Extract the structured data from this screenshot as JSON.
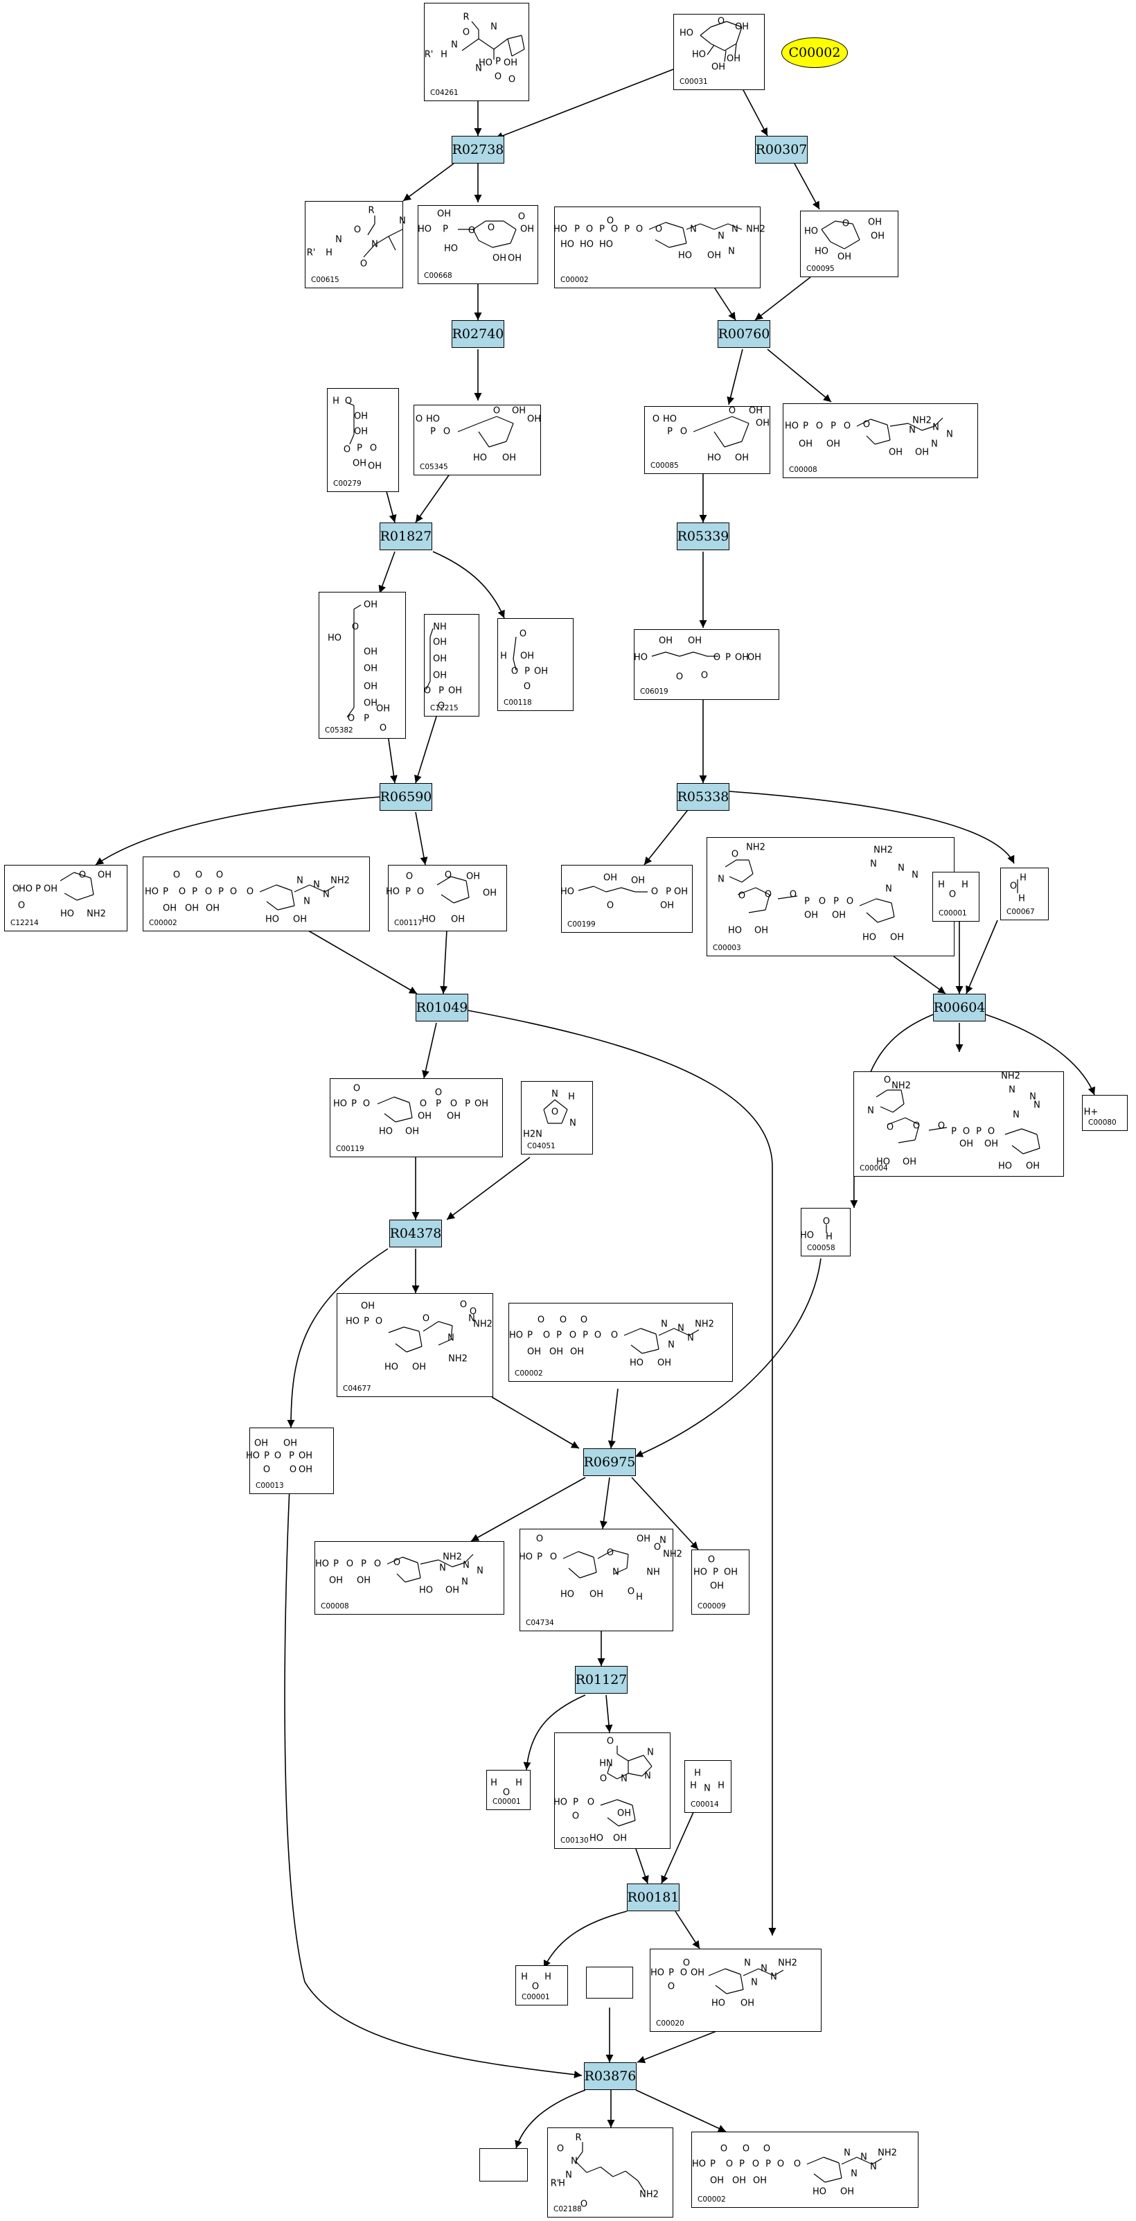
{
  "selected_compound": "C00002",
  "reactions": [
    "R02738",
    "R00307",
    "R02740",
    "R00760",
    "R01827",
    "R05339",
    "R06590",
    "R05338",
    "R01049",
    "R00604",
    "R04378",
    "R06975",
    "R01127",
    "R00181",
    "R03876"
  ],
  "compounds": {
    "c04261": {
      "id": "C04261",
      "atoms": [
        "R",
        "O",
        "R'",
        "H",
        "N",
        "N",
        "N",
        "HO",
        "P",
        "OH",
        "O",
        "O"
      ]
    },
    "c00031": {
      "id": "C00031",
      "atoms": [
        "HO",
        "O",
        "OH",
        "HO",
        "OH",
        "OH"
      ]
    },
    "c00615": {
      "id": "C00615",
      "atoms": [
        "R",
        "O",
        "N",
        "R'",
        "H",
        "N",
        "O",
        "N"
      ]
    },
    "c00668": {
      "id": "C00668",
      "atoms": [
        "OH",
        "HO",
        "P",
        "O",
        "O",
        "O",
        "OH",
        "HO",
        "OH",
        "OH"
      ]
    },
    "c00002a": {
      "id": "C00002",
      "atoms": [
        "O",
        "HO",
        "P",
        "O",
        "P",
        "O",
        "P",
        "O",
        "HO",
        "HO",
        "HO",
        "O",
        "N",
        "N",
        "N",
        "N",
        "NH2",
        "HO",
        "OH"
      ]
    },
    "c00095": {
      "id": "C00095",
      "atoms": [
        "HO",
        "O",
        "OH",
        "HO",
        "OH",
        "OH"
      ]
    },
    "c00279": {
      "id": "C00279",
      "atoms": [
        "H",
        "O",
        "OH",
        "OH",
        "O",
        "P",
        "O",
        "OH",
        "OH"
      ]
    },
    "c05345": {
      "id": "C05345",
      "atoms": [
        "O",
        "HO",
        "P",
        "O",
        "O",
        "OH",
        "OH",
        "HO",
        "OH"
      ]
    },
    "c00085": {
      "id": "C00085",
      "atoms": [
        "O",
        "HO",
        "P",
        "O",
        "O",
        "OH",
        "OH",
        "HO",
        "OH"
      ]
    },
    "c00008": {
      "id": "C00008",
      "atoms": [
        "HO",
        "P",
        "O",
        "P",
        "O",
        "O",
        "OH",
        "OH",
        "NH2",
        "N",
        "N",
        "N",
        "N",
        "OH",
        "OH"
      ]
    },
    "c05382": {
      "id": "C05382",
      "atoms": [
        "OH",
        "O",
        "HO",
        "OH",
        "OH",
        "OH",
        "OH",
        "O",
        "P",
        "OH",
        "O"
      ]
    },
    "c12215": {
      "id": "C12215",
      "atoms": [
        "NH",
        "OH",
        "OH",
        "OH",
        "O",
        "P",
        "OH",
        "O"
      ]
    },
    "c00118": {
      "id": "C00118",
      "atoms": [
        "O",
        "H",
        "OH",
        "O",
        "P",
        "OH",
        "O"
      ]
    },
    "c06019": {
      "id": "C06019",
      "atoms": [
        "HO",
        "OH",
        "O",
        "OH",
        "O",
        "O",
        "P",
        "OH",
        "OH"
      ]
    },
    "c12214": {
      "id": "C12214",
      "atoms": [
        "O",
        "HO",
        "P",
        "O",
        "OH",
        "O",
        "OH",
        "HO",
        "NH2"
      ]
    },
    "c00002b": {
      "id": "C00002",
      "atoms": [
        "O",
        "O",
        "O",
        "HO",
        "P",
        "O",
        "P",
        "O",
        "P",
        "O",
        "OH",
        "OH",
        "OH",
        "O",
        "N",
        "N",
        "N",
        "N",
        "NH2",
        "HO",
        "OH"
      ]
    },
    "c00117": {
      "id": "C00117",
      "atoms": [
        "O",
        "HO",
        "P",
        "O",
        "O",
        "OH",
        "OH",
        "HO",
        "OH"
      ]
    },
    "c00199": {
      "id": "C00199",
      "atoms": [
        "HO",
        "OH",
        "O",
        "OH",
        "O",
        "P",
        "OH",
        "OH"
      ]
    },
    "c00003": {
      "id": "C00003",
      "atoms": [
        "O",
        "NH2",
        "N",
        "O",
        "O",
        "O",
        "P",
        "O",
        "P",
        "O",
        "OH",
        "OH",
        "HO",
        "OH",
        "NH2",
        "N",
        "N",
        "N",
        "N",
        "HO",
        "OH"
      ]
    },
    "c00001a": {
      "id": "C00001",
      "atoms": [
        "H",
        "O",
        "H"
      ]
    },
    "c00067": {
      "id": "C00067",
      "atoms": [
        "O",
        "H",
        "H"
      ]
    },
    "c00119": {
      "id": "C00119",
      "atoms": [
        "O",
        "HO",
        "P",
        "O",
        "O",
        "O",
        "P",
        "O",
        "P",
        "OH",
        "OH",
        "OH",
        "HO",
        "OH"
      ]
    },
    "c04051": {
      "id": "C04051",
      "atoms": [
        "N",
        "H2N",
        "O",
        "N",
        "H"
      ]
    },
    "c00004": {
      "id": "C00004",
      "atoms": [
        "O",
        "NH2",
        "N",
        "O",
        "O",
        "O",
        "P",
        "O",
        "P",
        "O",
        "OH",
        "OH",
        "HO",
        "OH",
        "NH2",
        "N",
        "N",
        "N",
        "N",
        "HO",
        "OH"
      ]
    },
    "c00080": {
      "id": "C00080",
      "atoms": [
        "H+"
      ]
    },
    "c00058": {
      "id": "C00058",
      "atoms": [
        "O",
        "HO",
        "H"
      ]
    },
    "c04677": {
      "id": "C04677",
      "atoms": [
        "OH",
        "HO",
        "P",
        "O",
        "O",
        "O",
        "N",
        "N",
        "O",
        "NH2",
        "NH2",
        "HO",
        "OH"
      ]
    },
    "c00002c": {
      "id": "C00002",
      "atoms": [
        "O",
        "O",
        "O",
        "HO",
        "P",
        "O",
        "P",
        "O",
        "P",
        "O",
        "OH",
        "OH",
        "OH",
        "O",
        "N",
        "N",
        "N",
        "N",
        "NH2",
        "HO",
        "OH"
      ]
    },
    "c00013": {
      "id": "C00013",
      "atoms": [
        "OH",
        "OH",
        "HO",
        "P",
        "O",
        "P",
        "OH",
        "O",
        "O",
        "OH"
      ]
    },
    "c00008b": {
      "id": "C00008",
      "atoms": [
        "HO",
        "P",
        "O",
        "P",
        "O",
        "O",
        "OH",
        "OH",
        "NH2",
        "N",
        "N",
        "N",
        "N",
        "HO",
        "OH"
      ]
    },
    "c04734": {
      "id": "C04734",
      "atoms": [
        "O",
        "HO",
        "P",
        "O",
        "O",
        "OH",
        "N",
        "N",
        "O",
        "NH2",
        "NH",
        "HO",
        "OH",
        "O",
        "H"
      ]
    },
    "c00009": {
      "id": "C00009",
      "atoms": [
        "O",
        "HO",
        "P",
        "OH",
        "OH"
      ]
    },
    "c00001b": {
      "id": "C00001",
      "atoms": [
        "H",
        "O",
        "H"
      ]
    },
    "c00130": {
      "id": "C00130",
      "atoms": [
        "O",
        "HN",
        "N",
        "N",
        "N",
        "O",
        "HO",
        "P",
        "O",
        "O",
        "OH",
        "HO",
        "OH"
      ]
    },
    "c00014": {
      "id": "C00014",
      "atoms": [
        "H",
        "H",
        "N",
        "H"
      ]
    },
    "c00001c": {
      "id": "C00001",
      "atoms": [
        "H",
        "O",
        "H"
      ]
    },
    "c00020": {
      "id": "C00020",
      "atoms": [
        "O",
        "HO",
        "P",
        "O",
        "O",
        "OH",
        "N",
        "N",
        "N",
        "N",
        "NH2",
        "HO",
        "OH"
      ]
    },
    "c02188": {
      "id": "C02188",
      "atoms": [
        "R",
        "O",
        "N",
        "R'",
        "H",
        "N",
        "O",
        "NH2"
      ]
    },
    "c00002d": {
      "id": "C00002",
      "atoms": [
        "O",
        "O",
        "O",
        "HO",
        "P",
        "O",
        "P",
        "O",
        "P",
        "O",
        "OH",
        "OH",
        "OH",
        "O",
        "N",
        "N",
        "N",
        "N",
        "NH2",
        "HO",
        "OH"
      ]
    }
  }
}
